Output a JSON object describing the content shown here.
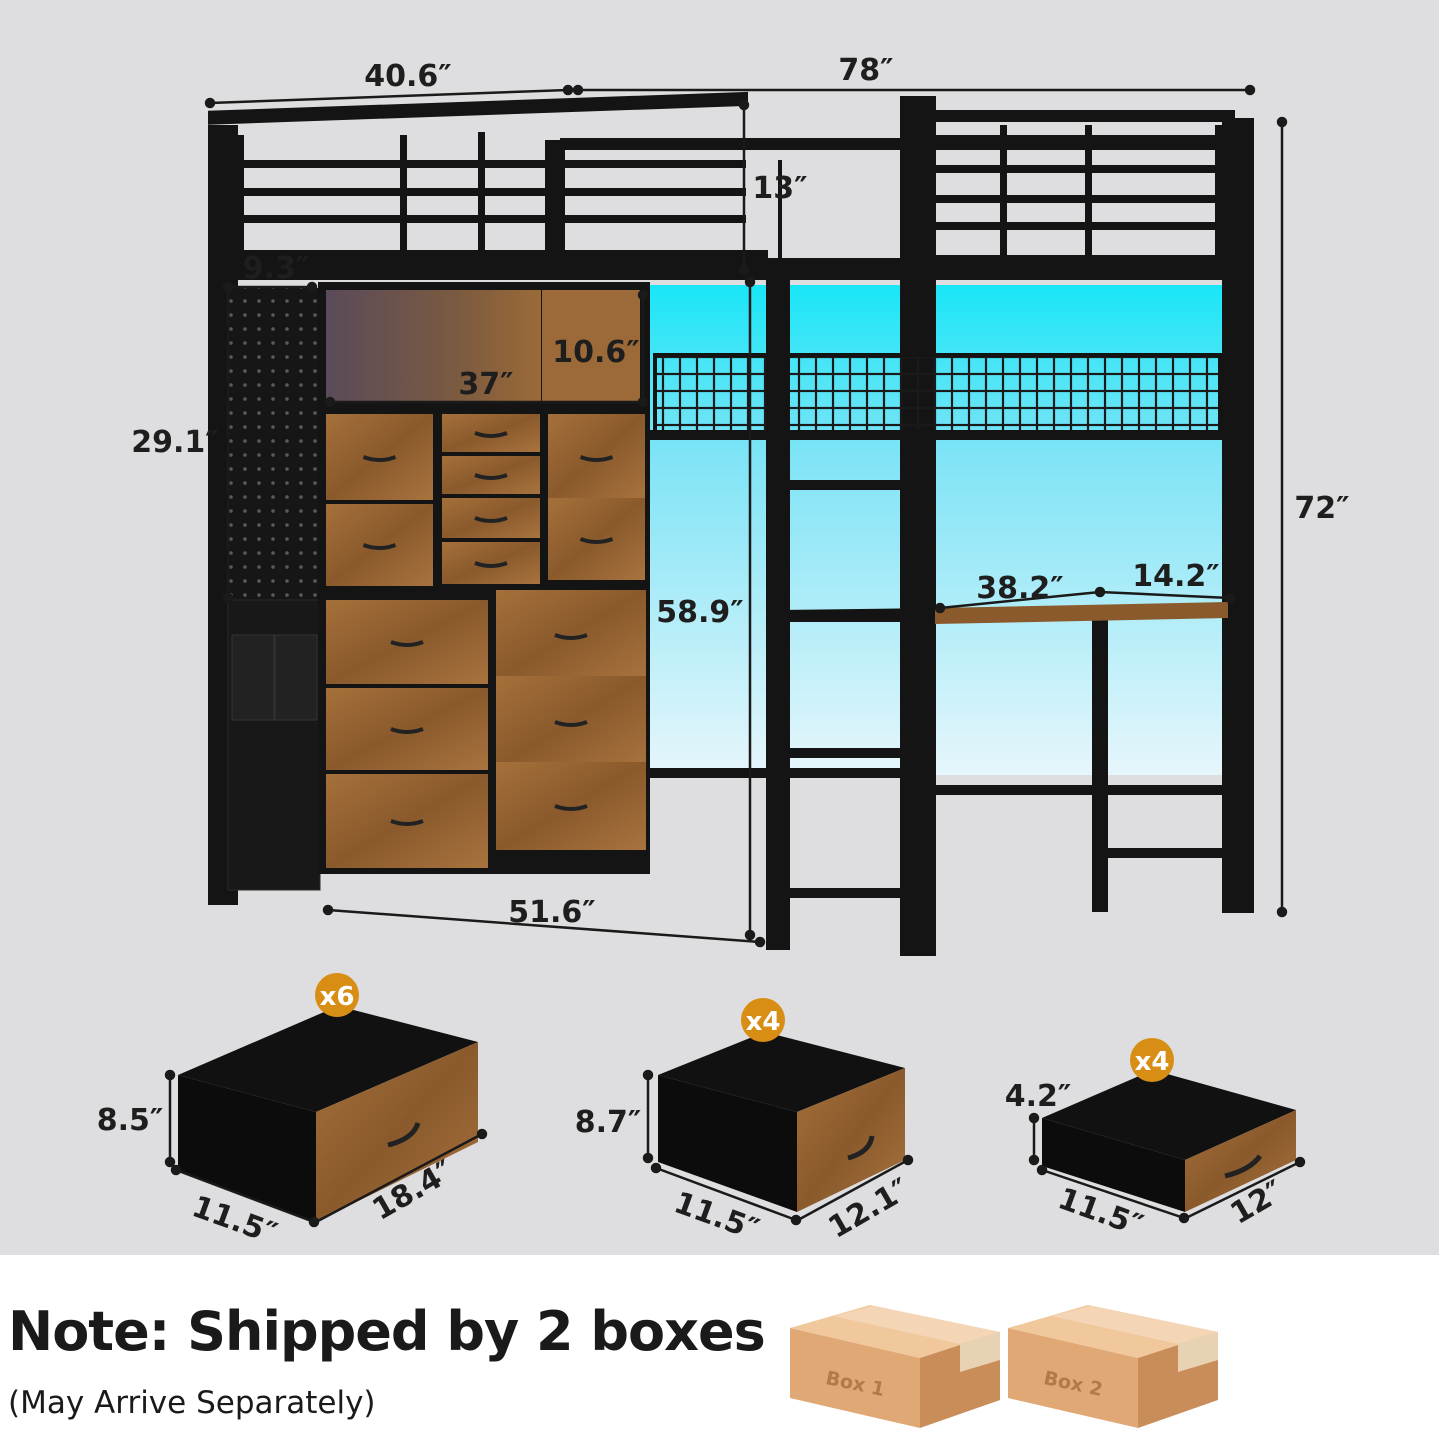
{
  "dimensions": {
    "bed_width": "40.6″",
    "bed_length": "78″",
    "rail_height": "13″",
    "total_height": "72″",
    "pegboard_width": "9.3″",
    "pegboard_height": "29.1″",
    "top_shelf_height": "10.6″",
    "top_shelf_width": "37″",
    "clearance_height": "58.9″",
    "dresser_length": "51.6″",
    "desk_length": "38.2″",
    "desk_depth": "14.2″"
  },
  "drawers": [
    {
      "count": "x6",
      "height": "8.5″",
      "depth": "11.5″",
      "width": "18.4″"
    },
    {
      "count": "x4",
      "height": "8.7″",
      "depth": "11.5″",
      "width": "12.1″"
    },
    {
      "count": "x4",
      "height": "4.2″",
      "depth": "11.5″",
      "width": "12″"
    }
  ],
  "note": {
    "title": "Note: Shipped by 2 boxes",
    "subtitle": "(May Arrive Separately)",
    "box_labels": [
      "Box 1",
      "Box 2"
    ]
  },
  "colors": {
    "background": "#dedee0",
    "frame": "#141414",
    "wood": "#9a6634",
    "led_blue": "#22d8f4",
    "badge": "#d88d14"
  }
}
